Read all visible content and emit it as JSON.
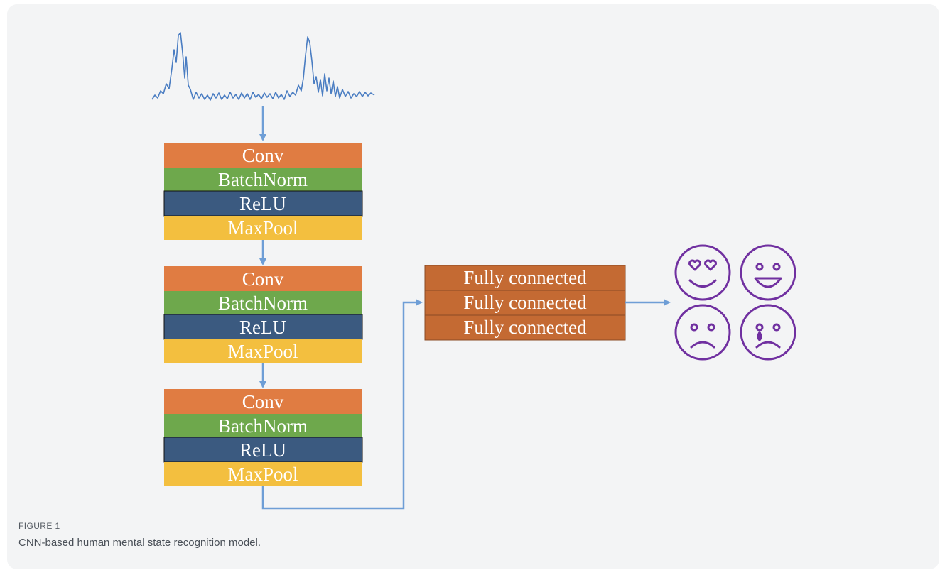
{
  "figure": {
    "label": "FIGURE 1",
    "caption": "CNN-based human mental state recognition model."
  },
  "diagram": {
    "blocks": [
      {
        "layers": [
          "Conv",
          "BatchNorm",
          "ReLU",
          "MaxPool"
        ]
      },
      {
        "layers": [
          "Conv",
          "BatchNorm",
          "ReLU",
          "MaxPool"
        ]
      },
      {
        "layers": [
          "Conv",
          "BatchNorm",
          "ReLU",
          "MaxPool"
        ]
      }
    ],
    "fully_connected": [
      "Fully connected",
      "Fully connected",
      "Fully connected"
    ],
    "outputs": [
      "heart-eyes-face-icon",
      "grinning-face-icon",
      "sad-face-icon",
      "crying-face-icon"
    ]
  },
  "colors": {
    "conv": "#e07c42",
    "batchnorm": "#6ea84c",
    "relu": "#3b5a80",
    "maxpool": "#f3bf3f",
    "fully_connected": "#c46a33",
    "arrow": "#6e9ed6",
    "signal": "#4a7dc2",
    "faces": "#7030a0"
  }
}
